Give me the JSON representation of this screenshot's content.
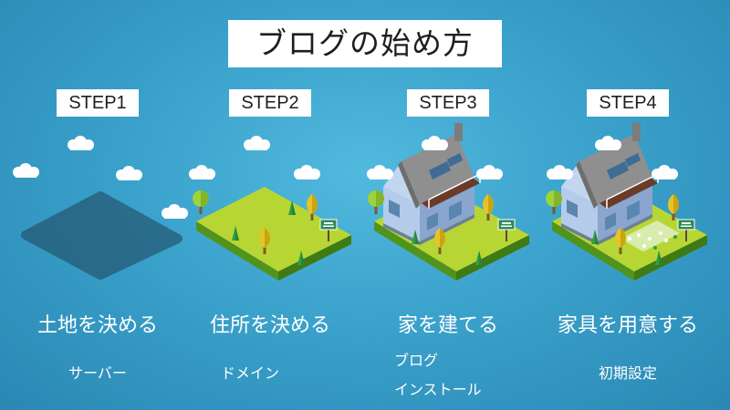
{
  "title": "ブログの始め方",
  "steps": [
    {
      "label": "STEP1",
      "main": "土地を決める",
      "sub": "サーバー"
    },
    {
      "label": "STEP2",
      "main": "住所を決める",
      "sub": "ドメイン"
    },
    {
      "label": "STEP3",
      "main": "家を建てる",
      "sub_lines": [
        "ブログ",
        "インストール"
      ]
    },
    {
      "label": "STEP4",
      "main": "家具を用意する",
      "sub": "初期設定"
    }
  ],
  "colors": {
    "background": "#3aa2cb",
    "grass": "#b8d633",
    "soil": "#52931c",
    "house_wall": "#a3bde0",
    "roof": "#8a8a8a",
    "tree": "#e5c42a"
  }
}
